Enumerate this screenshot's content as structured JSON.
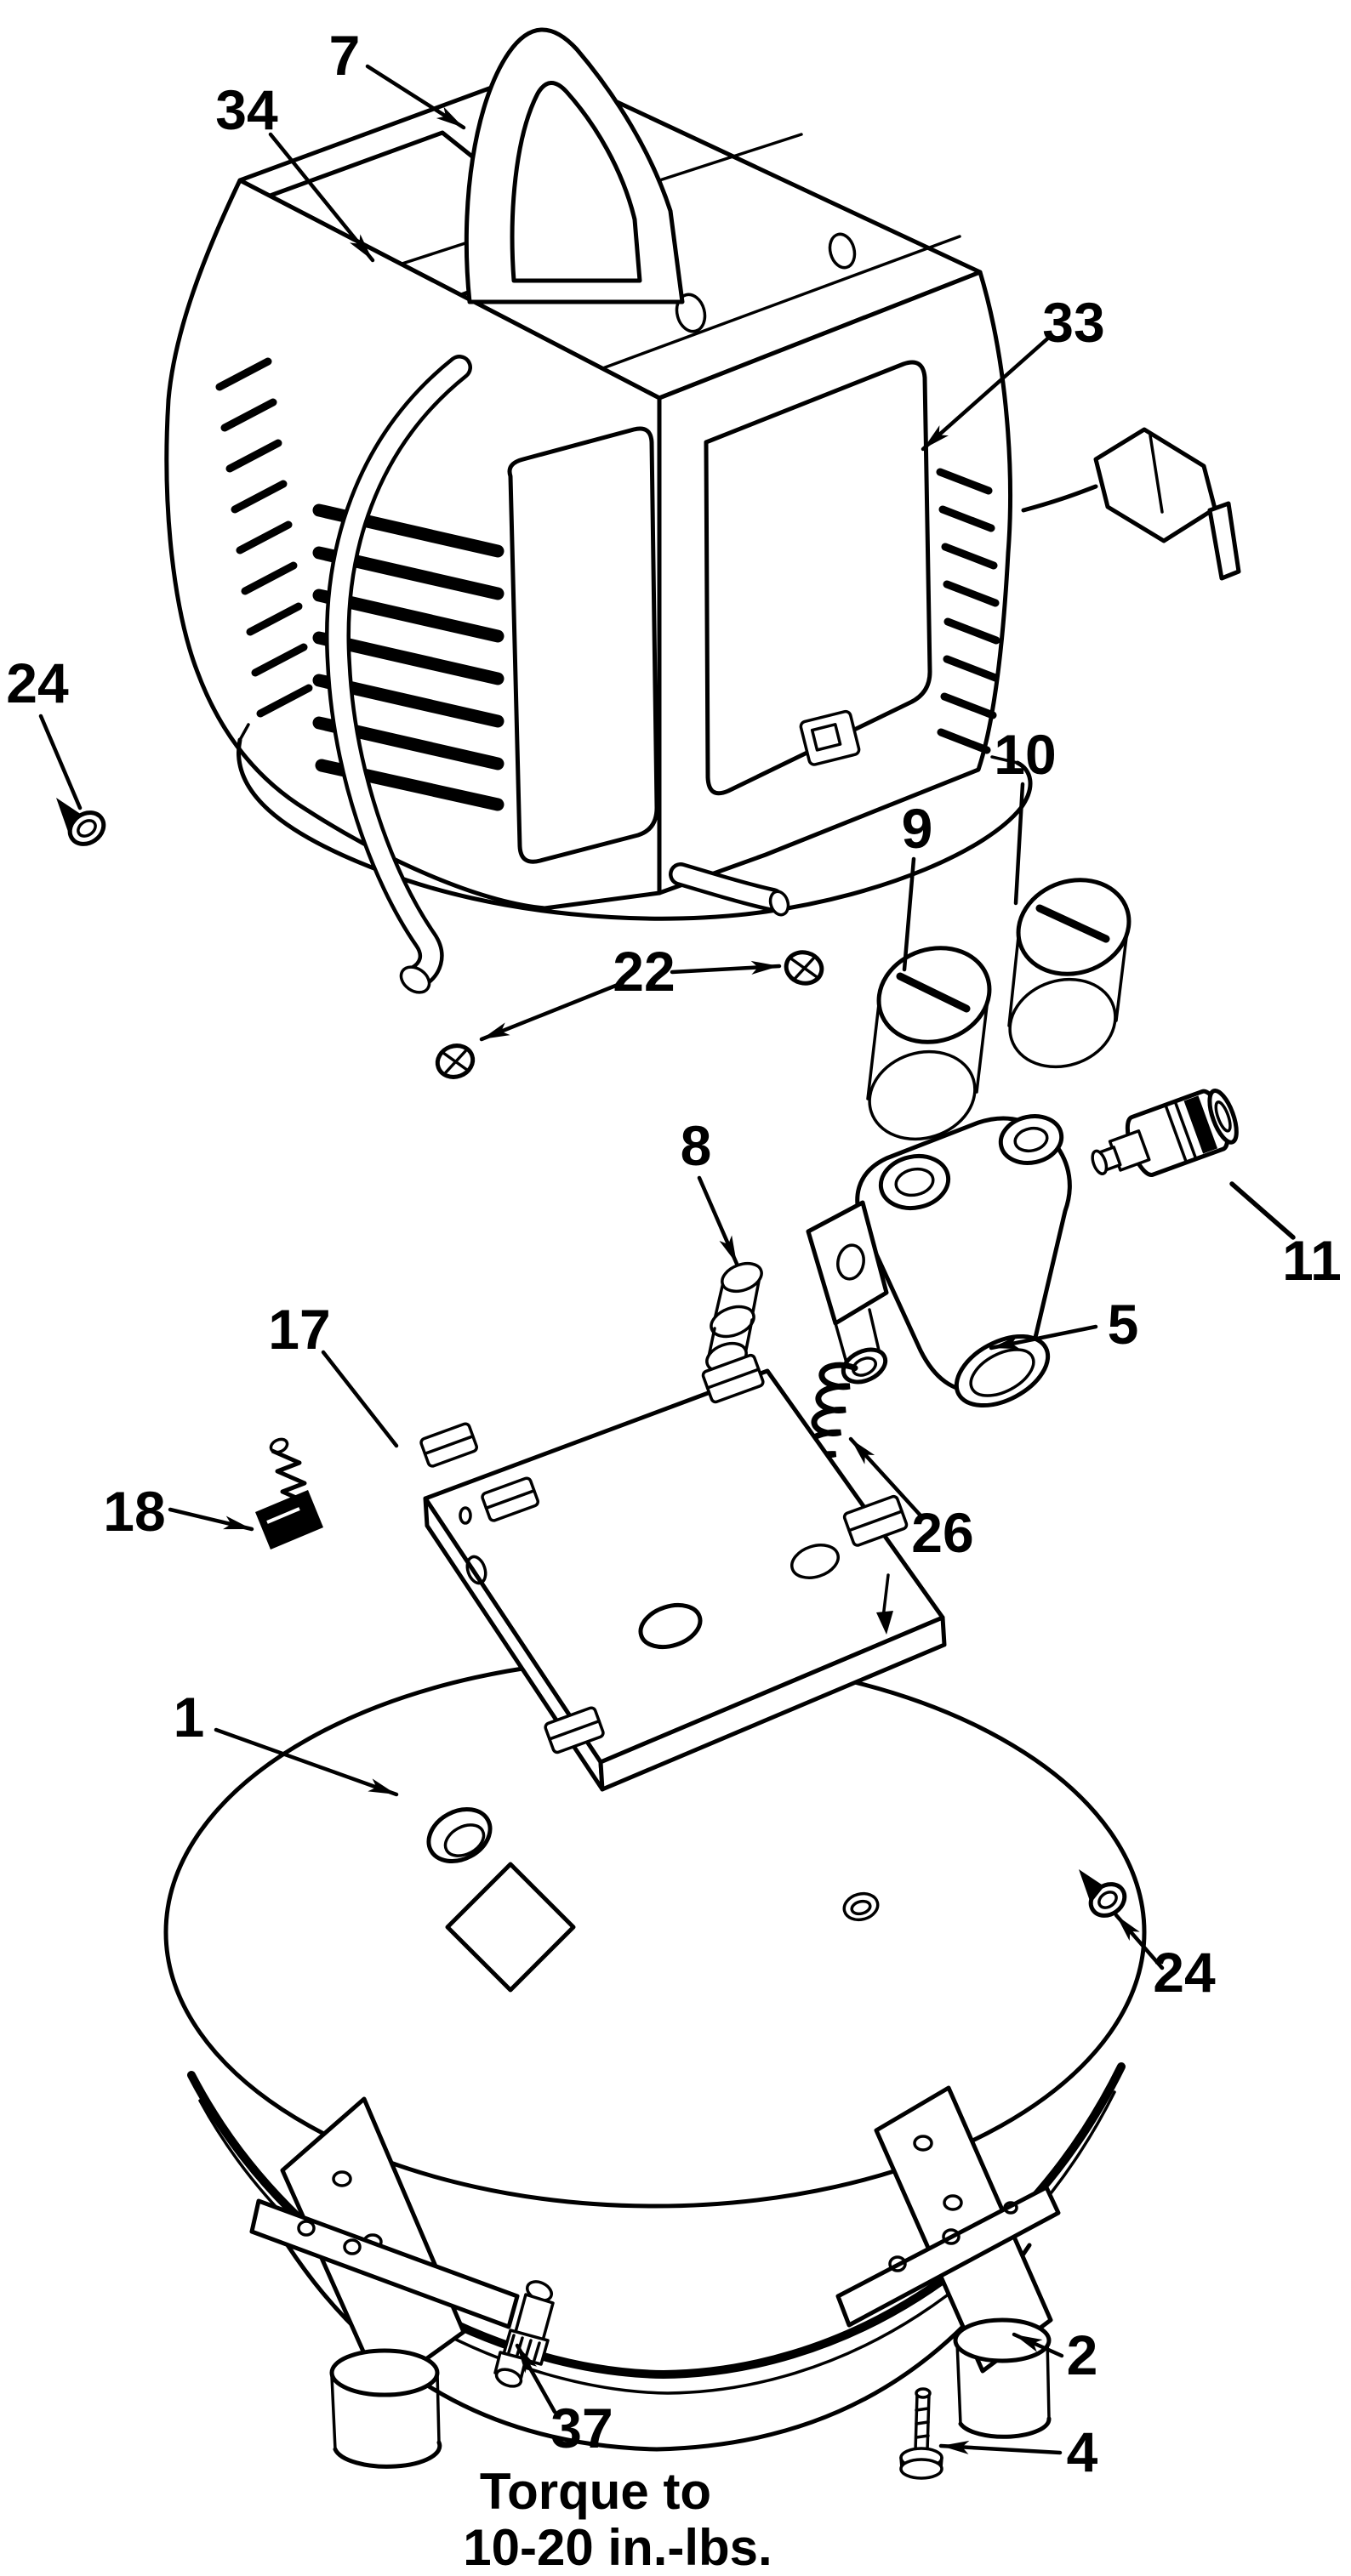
{
  "document": {
    "kind": "exploded-parts-diagram",
    "subject": "pancake air compressor"
  },
  "colors": {
    "ink": "#000000",
    "paper": "#ffffff"
  },
  "callouts": {
    "c7": {
      "label": "7"
    },
    "c34": {
      "label": "34"
    },
    "c33": {
      "label": "33"
    },
    "c24_left": {
      "label": "24"
    },
    "c9": {
      "label": "9"
    },
    "c10": {
      "label": "10"
    },
    "c22": {
      "label": "22"
    },
    "c8": {
      "label": "8"
    },
    "c11": {
      "label": "11"
    },
    "c5": {
      "label": "5"
    },
    "c17": {
      "label": "17"
    },
    "c18": {
      "label": "18"
    },
    "c26": {
      "label": "26"
    },
    "c1": {
      "label": "1"
    },
    "c24_right": {
      "label": "24"
    },
    "c2": {
      "label": "2"
    },
    "c37": {
      "label": "37"
    },
    "c4": {
      "label": "4"
    }
  },
  "note": {
    "line1": "Torque to",
    "line2": "10-20 in.-lbs."
  }
}
